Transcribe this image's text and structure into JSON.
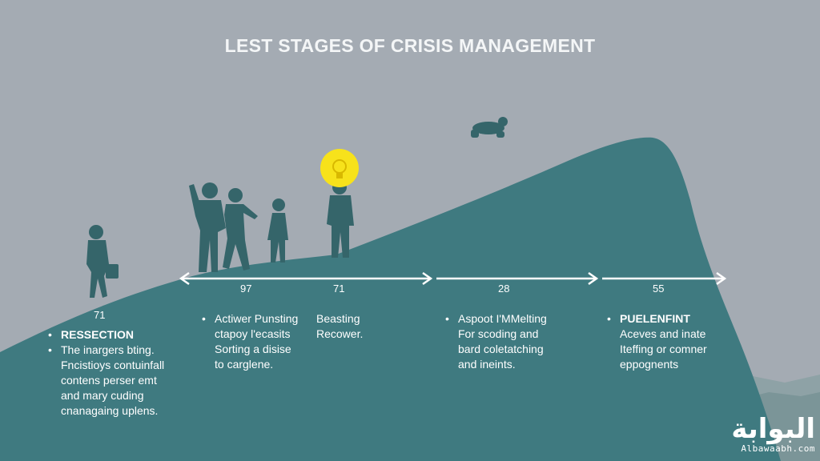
{
  "title": "LEST STAGES OF CRISIS MANAGEMENT",
  "markers": [
    "71",
    "97",
    "71",
    "28",
    "55"
  ],
  "stages": [
    {
      "heading": "RESSECTION",
      "lines": [
        "The inargers bting.",
        "Fncistioys contuinfall",
        "contens perser emt",
        "and mary cuding",
        "cnanagaing uplens."
      ]
    },
    {
      "lines": [
        "Actiwer Punsting",
        "ctapoy l'ecasits",
        "Sorting a disise",
        "to carglene."
      ]
    },
    {
      "lines": [
        "Beasting",
        "Recower."
      ]
    },
    {
      "lines": [
        "Aspoot I'MMelting",
        "For scoding and",
        "bard coletatching",
        "and ineints."
      ]
    },
    {
      "heading": "PUELENFINT",
      "lines": [
        "Aceves and inate",
        "Iteffing or comner",
        "eppognents"
      ]
    }
  ],
  "logo": {
    "arabic": "البوابة",
    "latin": "Albawaabh.com"
  },
  "colors": {
    "background": "#a4abb3",
    "mountain": "#3f7a80",
    "accent_bulb": "#f7e21b",
    "text": "#ffffff"
  }
}
